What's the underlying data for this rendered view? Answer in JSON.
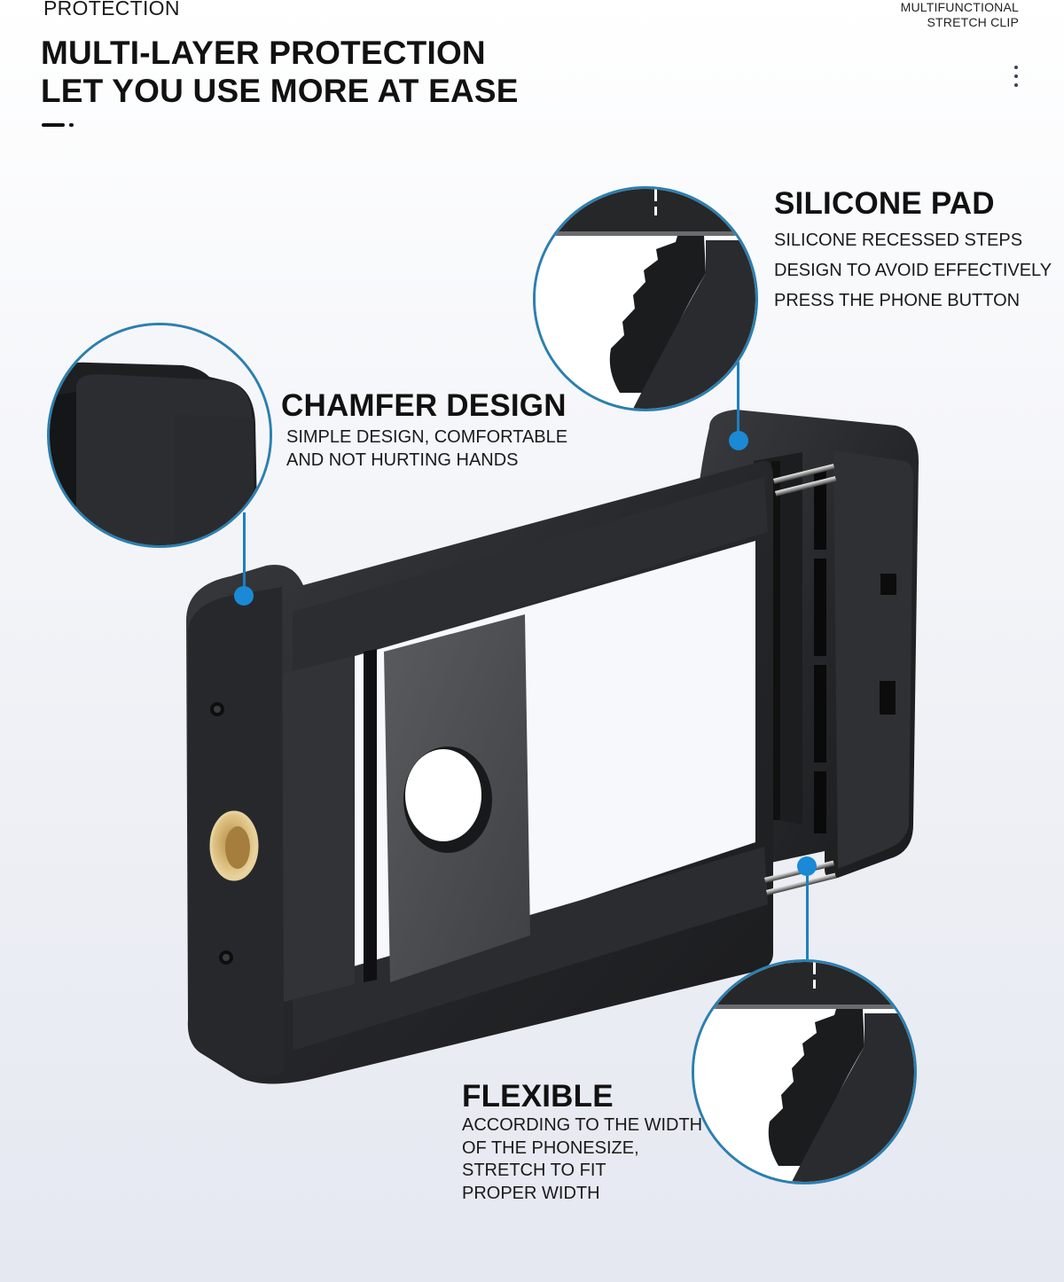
{
  "header": {
    "section_tag": "PROTECTION",
    "headline_lines": [
      "MULTI-LAYER PROTECTION",
      "LET YOU USE MORE AT EASE"
    ],
    "corner_title_lines": [
      "MULTIFUNCTIONAL",
      "STRETCH CLIP"
    ],
    "more_icon": "vertical-ellipsis-icon"
  },
  "features": {
    "silicone_pad": {
      "title": "SILICONE PAD",
      "description_lines": [
        "SILICONE RECESSED STEPS",
        "DESIGN TO AVOID EFFECTIVELY",
        "PRESS THE PHONE BUTTON"
      ]
    },
    "chamfer_design": {
      "title": "CHAMFER DESIGN",
      "description_lines": [
        "SIMPLE DESIGN, COMFORTABLE",
        "AND NOT HURTING HANDS"
      ]
    },
    "flexible": {
      "title": "FLEXIBLE",
      "description_lines": [
        "ACCORDING TO THE WIDTH",
        "OF THE PHONESIZE,",
        "STRETCH TO FIT",
        "PROPER WIDTH"
      ]
    }
  },
  "colors": {
    "accent_blue": "#1a8ad6",
    "lens_border": "#2b7fb0",
    "product_black": "#2a2b2e",
    "brass": "#c9a560",
    "text": "#111111"
  },
  "product": {
    "name": "phone clip holder",
    "callout_icons": [
      "magnifier-lens-chamfer",
      "magnifier-lens-silicone",
      "magnifier-lens-flexible"
    ]
  }
}
